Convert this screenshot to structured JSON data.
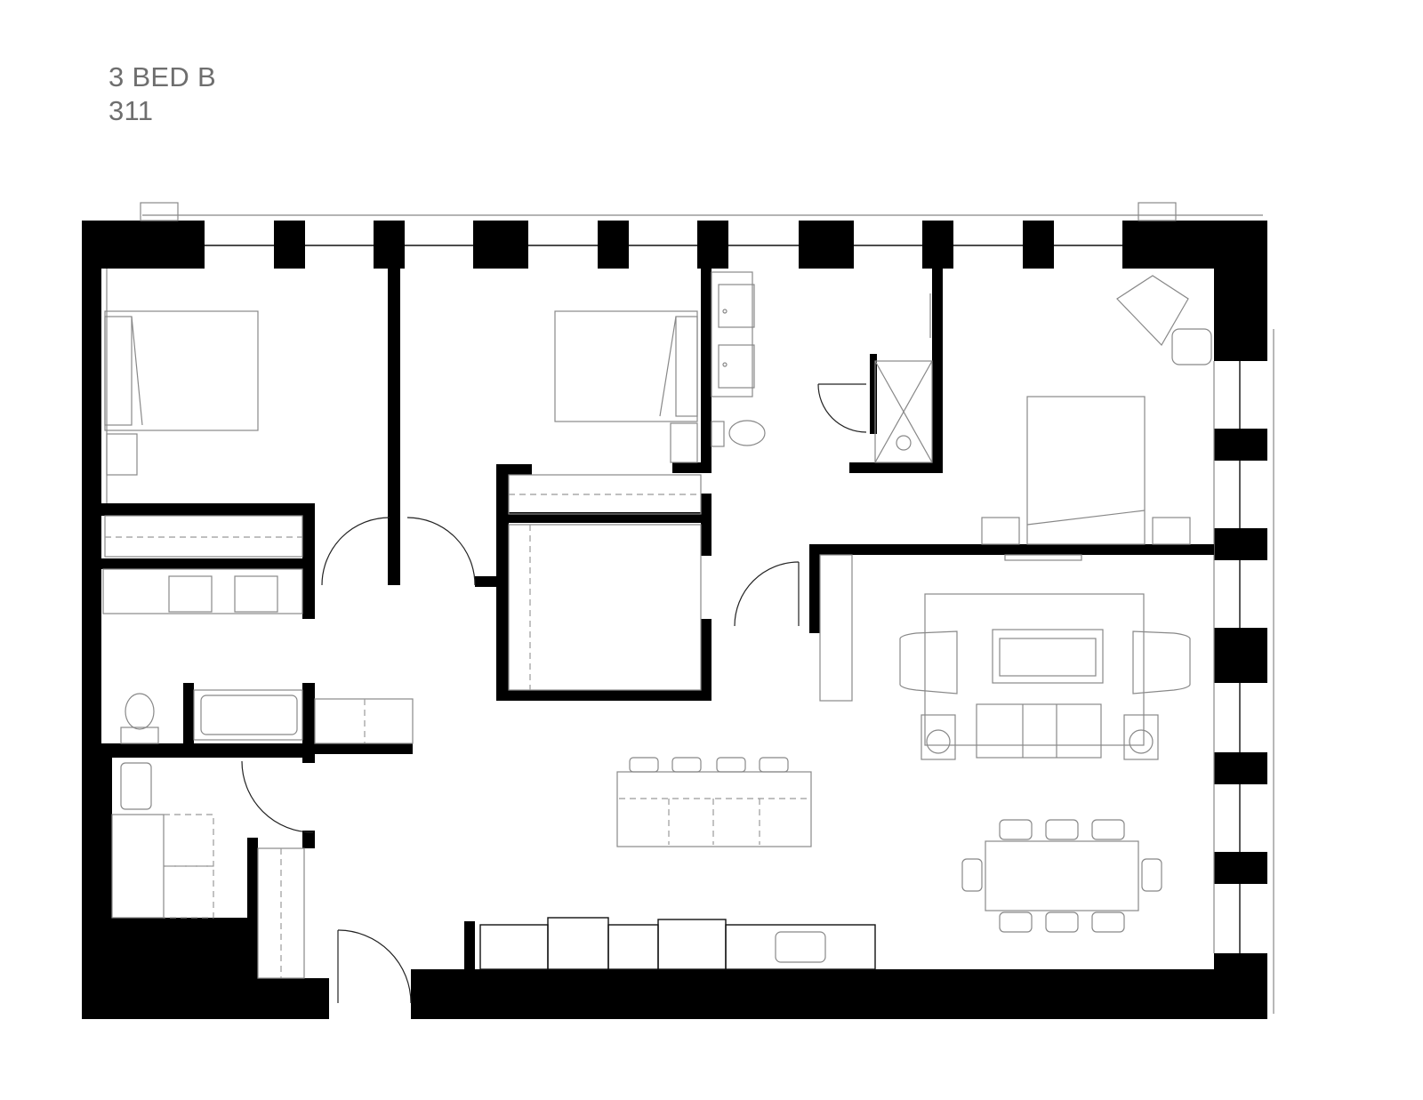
{
  "plan": {
    "unit_type": "3 BED B",
    "unit_number": "311"
  },
  "rooms": [
    {
      "name": "bedroom-1"
    },
    {
      "name": "bedroom-2"
    },
    {
      "name": "primary-bath"
    },
    {
      "name": "primary-bedroom"
    },
    {
      "name": "hall-bath"
    },
    {
      "name": "laundry"
    },
    {
      "name": "kitchen"
    },
    {
      "name": "living"
    },
    {
      "name": "dining"
    }
  ],
  "colors": {
    "wall": "#000000",
    "furniture_line": "#888888",
    "title_text": "#6e6e6e",
    "background": "#ffffff"
  }
}
